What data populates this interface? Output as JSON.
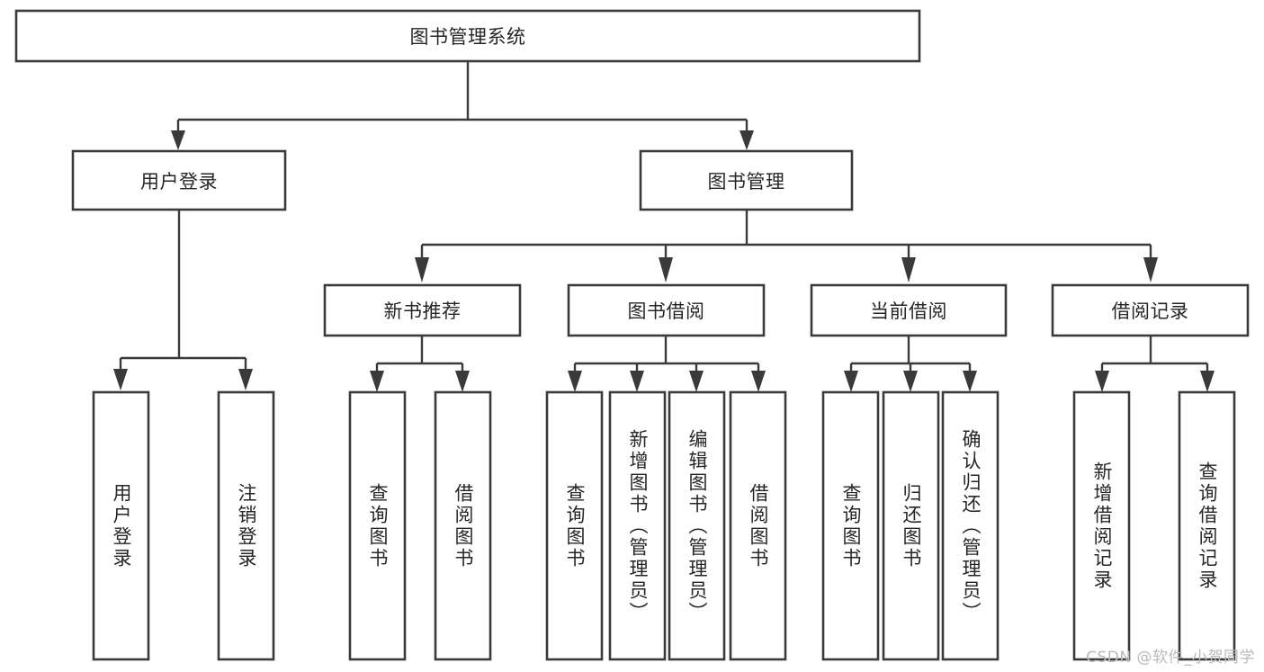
{
  "diagram": {
    "type": "tree",
    "title": "图书管理系统",
    "watermark": "CSDN @软件_小贺同学",
    "colors": {
      "box_stroke": "#3a3a3a",
      "box_fill": "#ffffff",
      "text": "#262626",
      "background": "#ffffff",
      "watermark": "#b9b9b9"
    },
    "nodes": {
      "root": {
        "label": "图书管理系统"
      },
      "level2": [
        {
          "label": "用户登录"
        },
        {
          "label": "图书管理"
        }
      ],
      "level3": [
        {
          "label": "新书推荐"
        },
        {
          "label": "图书借阅"
        },
        {
          "label": "当前借阅"
        },
        {
          "label": "借阅记录"
        }
      ],
      "leaves_user_login": [
        {
          "label": "用户登录"
        },
        {
          "label": "注销登录"
        }
      ],
      "leaves_new_book": [
        {
          "label": "查询图书"
        },
        {
          "label": "借阅图书"
        }
      ],
      "leaves_borrow": [
        {
          "label": "查询图书"
        },
        {
          "label": "新增图书（管理员）"
        },
        {
          "label": "编辑图书（管理员）"
        },
        {
          "label": "借阅图书"
        }
      ],
      "leaves_current": [
        {
          "label": "查询图书"
        },
        {
          "label": "归还图书"
        },
        {
          "label": "确认归还（管理员）"
        }
      ],
      "leaves_record": [
        {
          "label": "新增借阅记录"
        },
        {
          "label": "查询借阅记录"
        }
      ]
    }
  }
}
